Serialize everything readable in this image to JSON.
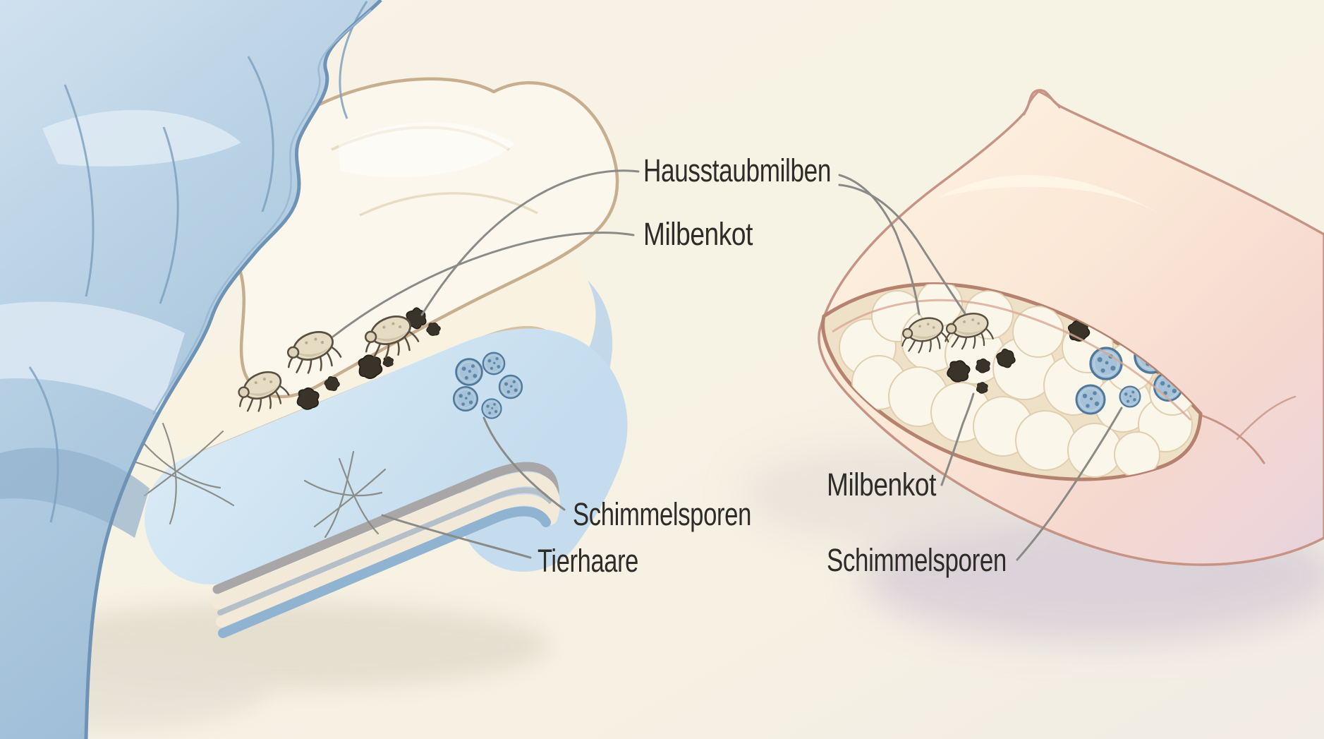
{
  "title": "Bedding allergens illustration",
  "labels": {
    "hausstaubmilben": "Hausstaubmilben",
    "milbenkot_left": "Milbenkot",
    "schimmelsporen_left": "Schimmelsporen",
    "tierhaare": "Tierhaare",
    "milbenkot_right": "Milbenkot",
    "schimmelsporen_right": "Schimmelsporen"
  },
  "left_diagram": {
    "subject": "mattress cross-section with blue blanket",
    "dust_mite_count": 3,
    "dropping_clusters": 6,
    "mold_spore_count": 5,
    "has_pet_hairs": true
  },
  "right_diagram": {
    "subject": "pillow cross-section with stuffing",
    "dust_mite_count": 2,
    "dropping_clusters": 5,
    "mold_spore_count": 5
  },
  "palette": {
    "background": "#f6f2e5",
    "blanket_blue": "#aecbe2",
    "blanket_edge": "#6f93b5",
    "mattress_cream": "#faf2e1",
    "mattress_tan": "#d8c1a3",
    "mattress_gray": "#a8a6a6",
    "foam_blue": "#cfe4f1",
    "bottom_border_blue": "#8fb3d0",
    "pillow_peach": "#fbe7d6",
    "pillow_pink": "#ecd4d8",
    "pillow_outline": "#c69384",
    "stuffing_white": "#fbf6ea",
    "mite_body": "#e6dcc4",
    "mite_outline": "#5a4f40",
    "dropping_dark": "#3a332a",
    "spore_blue": "#a6c2d8",
    "spore_outline": "#50789a",
    "leader_gray": "#8a8a86",
    "label_text": "#2e2c28"
  }
}
